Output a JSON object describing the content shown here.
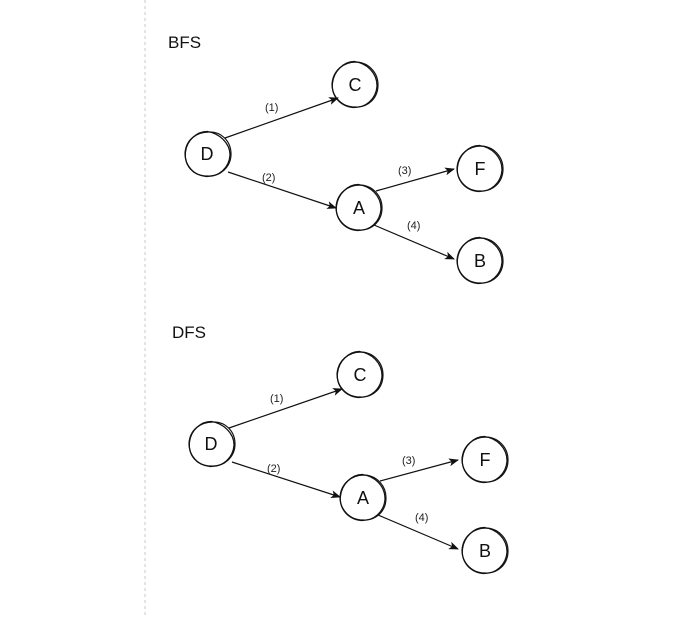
{
  "diagrams": [
    {
      "title": "BFS",
      "nodes": [
        {
          "id": "D",
          "label": "D"
        },
        {
          "id": "C",
          "label": "C"
        },
        {
          "id": "A",
          "label": "A"
        },
        {
          "id": "F",
          "label": "F"
        },
        {
          "id": "B",
          "label": "B"
        }
      ],
      "edges": [
        {
          "from": "D",
          "to": "C",
          "label": "(1)"
        },
        {
          "from": "D",
          "to": "A",
          "label": "(2)"
        },
        {
          "from": "A",
          "to": "F",
          "label": "(3)"
        },
        {
          "from": "A",
          "to": "B",
          "label": "(4)"
        }
      ]
    },
    {
      "title": "DFS",
      "nodes": [
        {
          "id": "D",
          "label": "D"
        },
        {
          "id": "C",
          "label": "C"
        },
        {
          "id": "A",
          "label": "A"
        },
        {
          "id": "F",
          "label": "F"
        },
        {
          "id": "B",
          "label": "B"
        }
      ],
      "edges": [
        {
          "from": "D",
          "to": "C",
          "label": "(1)"
        },
        {
          "from": "D",
          "to": "A",
          "label": "(2)"
        },
        {
          "from": "A",
          "to": "F",
          "label": "(3)"
        },
        {
          "from": "A",
          "to": "B",
          "label": "(4)"
        }
      ]
    }
  ]
}
